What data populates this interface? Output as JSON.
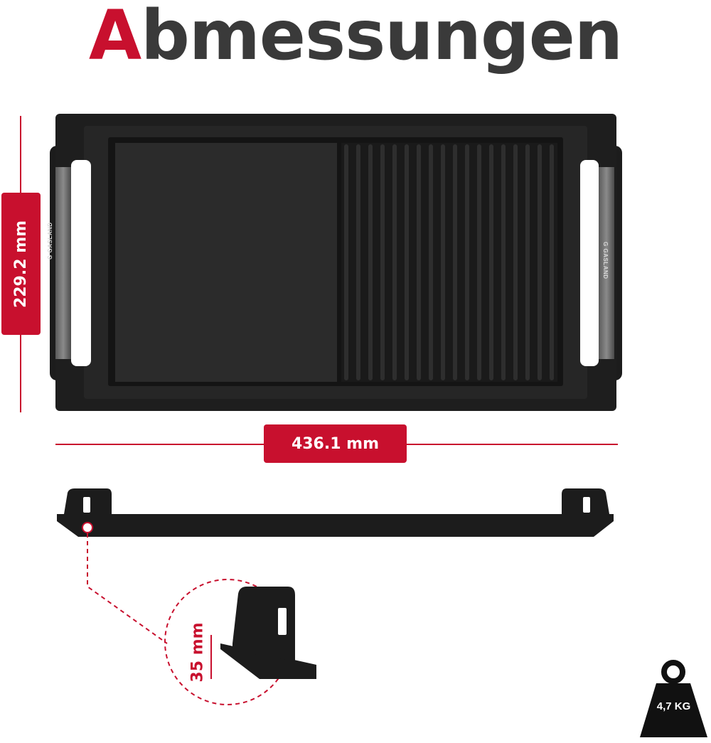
{
  "title": {
    "first_letter": "A",
    "rest": "bmessungen"
  },
  "dimensions": {
    "height_label": "229.2 mm",
    "width_label": "436.1 mm",
    "depth_label": "35 mm"
  },
  "weight": {
    "label": "4,7 KG",
    "icon": "weight-icon"
  },
  "brand": {
    "name": "GASLAND",
    "mark": "G"
  },
  "colors": {
    "accent": "#c8102e",
    "title_gray": "#3a3a3a",
    "product": "#1c1c1c"
  }
}
